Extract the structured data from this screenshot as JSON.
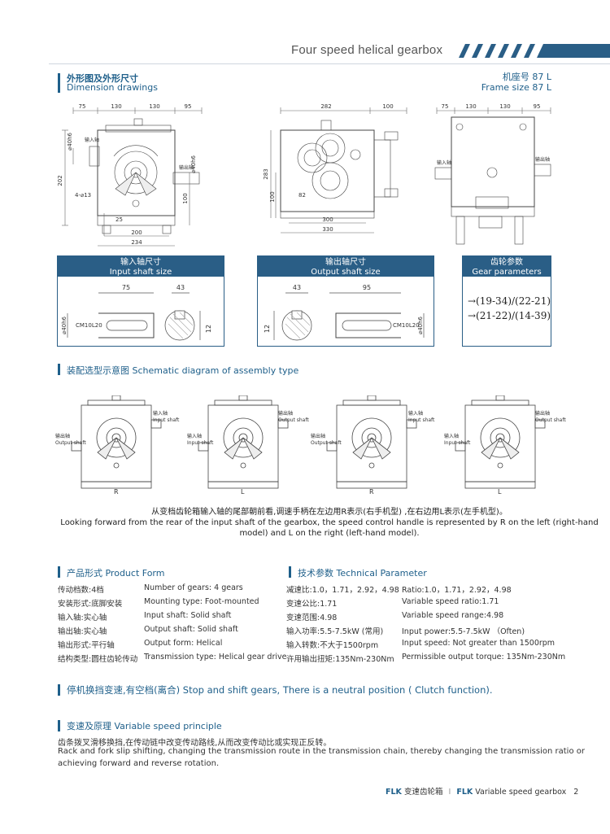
{
  "header": {
    "title": "Four speed helical gearbox"
  },
  "dimension_section": {
    "title_cn": "外形图及外形尺寸",
    "title_en": "Dimension drawings",
    "frame_cn": "机座号 87 L",
    "frame_en": "Frame size 87 L"
  },
  "drawing1": {
    "dims_top": [
      "75",
      "130",
      "130",
      "95"
    ],
    "d_left": "202",
    "d_bottom1": "200",
    "d_bottom2": "234",
    "d_25": "25",
    "d_100": "100",
    "d_holes": "4-⌀13",
    "d_shaft": "⌀40h6",
    "d_shaft2": "⌀40h6",
    "lbl_in": "输入轴",
    "lbl_out": "输出轴"
  },
  "drawing2": {
    "d_top1": "282",
    "d_top2": "100",
    "d_283": "283",
    "d_100": "100",
    "d_300": "300",
    "d_330": "330",
    "d_82": "82"
  },
  "drawing3": {
    "dims_top": [
      "75",
      "130",
      "130",
      "95"
    ],
    "lbl_in": "输入轴",
    "lbl_out": "输出轴"
  },
  "input_shaft": {
    "title_cn": "输入轴尺寸",
    "title_en": "Input shaft size",
    "d_75": "75",
    "d_43": "43",
    "d_12": "12",
    "d_dia": "⌀40h6",
    "d_key": "CM10L20"
  },
  "output_shaft": {
    "title_cn": "输出轴尺寸",
    "title_en": "Output shaft size",
    "d_43": "43",
    "d_95": "95",
    "d_12": "12",
    "d_dia": "⌀40h6",
    "d_key": "CM10L20"
  },
  "gear_params": {
    "title_cn": "齿轮参数",
    "title_en": "Gear parameters",
    "line1": "→(19-34)/(22-21)",
    "line2": "→(21-22)/(14-39)"
  },
  "assembly": {
    "title": "装配选型示意图 Schematic diagram of assembly type",
    "items": [
      {
        "label": "R",
        "in_cn": "输入轴",
        "in_en": "Input shaft",
        "out_cn": "输出轴",
        "out_en": "Output shaft"
      },
      {
        "label": "L",
        "in_cn": "输入轴",
        "in_en": "Input shaft",
        "out_cn": "输出轴",
        "out_en": "Output shaft"
      },
      {
        "label": "R",
        "in_cn": "输入轴",
        "in_en": "Input shaft",
        "out_cn": "输出轴",
        "out_en": "Output shaft"
      },
      {
        "label": "L",
        "in_cn": "输入轴",
        "in_en": "Input shaft",
        "out_cn": "输出轴",
        "out_en": "Output shaft"
      }
    ],
    "caption_cn": "从变档齿轮箱输入轴的尾部朝前看,调速手柄在左边用R表示(右手机型) ,在右边用L表示(左手机型)。",
    "caption_en1": "Looking forward from the rear of the input shaft of the gearbox, the speed control handle is represented by R on the left (right-hand",
    "caption_en2": "model) and L on the right (left-hand model)."
  },
  "product_form": {
    "title": "产品形式 Product Form",
    "rows": [
      {
        "cn": "传动档数:4档",
        "en": "Number of gears: 4 gears"
      },
      {
        "cn": "安装形式:底脚安装",
        "en": "Mounting type: Foot-mounted"
      },
      {
        "cn": "输入轴:实心轴",
        "en": "Input shaft: Solid shaft"
      },
      {
        "cn": "输出轴:实心轴",
        "en": "Output shaft: Solid shaft"
      },
      {
        "cn": "输出形式:平行轴",
        "en": "Output form: Helical"
      },
      {
        "cn": "结构类型:圆柱齿轮传动",
        "en": "Transmission type: Helical gear drive"
      }
    ]
  },
  "tech_param": {
    "title": "技术参数 Technical Parameter",
    "rows": [
      {
        "cn": "减速比:1.0，1.71，2.92，4.98",
        "en": "Ratio:1.0，1.71，2.92，4.98"
      },
      {
        "cn": "变速公比:1.71",
        "en": "Variable speed ratio:1.71"
      },
      {
        "cn": "变速范围:4.98",
        "en": "Variable speed range:4.98"
      },
      {
        "cn": "输入功率:5.5-7.5kW (常用)",
        "en": "Input power:5.5-7.5kW （Often)"
      },
      {
        "cn": "输入转数:不大于1500rpm",
        "en": "Input speed: Not greater than 1500rpm"
      },
      {
        "cn": "许用输出扭矩:135Nm-230Nm",
        "en": "Permissible output torque: 135Nm-230Nm"
      }
    ]
  },
  "clutch": {
    "title": "停机换挡变速,有空档(离合) Stop and shift gears, There is a neutral position ( Clutch function)."
  },
  "principle": {
    "title": "变速及原理 Variable speed principle",
    "line_cn": "齿条拨叉滑移换挡,在传动链中改变传动路线,从而改变传动比或实现正反转。",
    "line_en1": "Rack and fork slip shifting, changing the transmission route in the transmission chain, thereby changing the transmission ratio or",
    "line_en2": "achieving forward and reverse rotation."
  },
  "footer": {
    "brand": "FLK",
    "cn": "变速齿轮箱",
    "sep": "I",
    "brand2": "FLK",
    "en": "Variable speed gearbox",
    "page": "2"
  },
  "colors": {
    "accent": "#1e5f8a",
    "box_head": "#2a5e86"
  }
}
